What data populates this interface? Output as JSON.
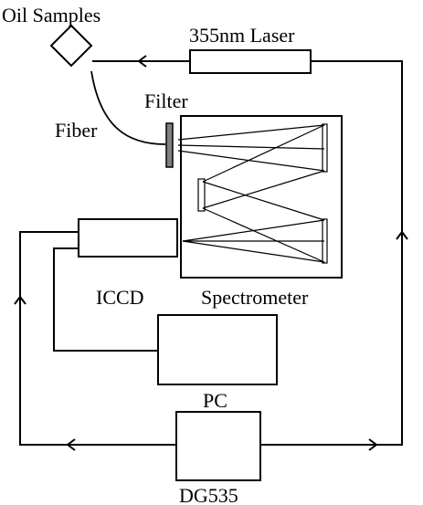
{
  "labels": {
    "oil_samples": "Oil Samples",
    "laser": "355nm Laser",
    "filter": "Filter",
    "fiber": "Fiber",
    "iccd": "ICCD",
    "spectrometer": "Spectrometer",
    "pc": "PC",
    "dg535": "DG535"
  },
  "colors": {
    "line": "#000000",
    "filter_fill": "#808080",
    "background": "#ffffff"
  }
}
